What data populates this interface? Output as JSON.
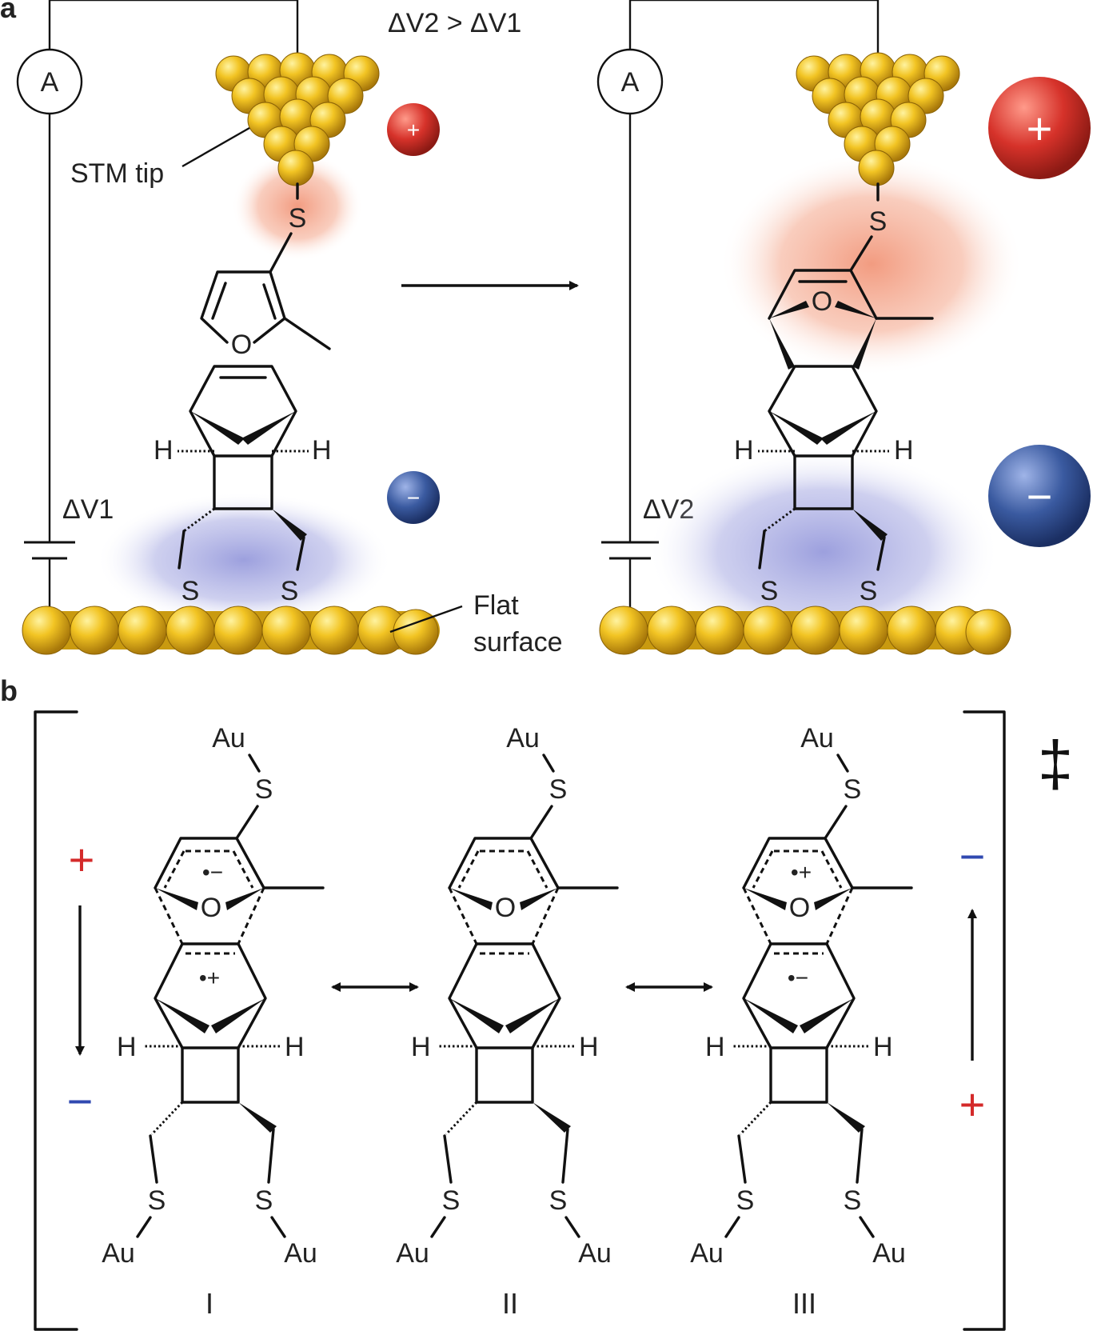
{
  "panel_a": {
    "label": "a",
    "voltage_compare": "ΔV2 > ΔV1",
    "ammeter": "A",
    "stm_tip_label": "STM tip",
    "flat_surface_label_1": "Flat",
    "flat_surface_label_2": "surface",
    "bias_left": "ΔV1",
    "bias_right": "ΔV2",
    "plus": "+",
    "minus": "−",
    "atoms": {
      "S": "S",
      "O": "O",
      "H": "H"
    }
  },
  "panel_b": {
    "label": "b",
    "transition_mark": "‡",
    "au": "Au",
    "s": "S",
    "o": "O",
    "h": "H",
    "radical_minus": "•−",
    "radical_plus": "•+",
    "field_plus": "+",
    "field_minus": "−",
    "roman": [
      "I",
      "II",
      "III"
    ]
  },
  "colors": {
    "gold": "#e8b820",
    "gold_dark": "#b8860b",
    "red_charge": "#d6322a",
    "blue_charge": "#2f4f8f",
    "red_glow": "#f08a6a",
    "blue_glow": "#8b8fd8",
    "field_red": "#d42a2a",
    "field_blue": "#3049b0"
  }
}
